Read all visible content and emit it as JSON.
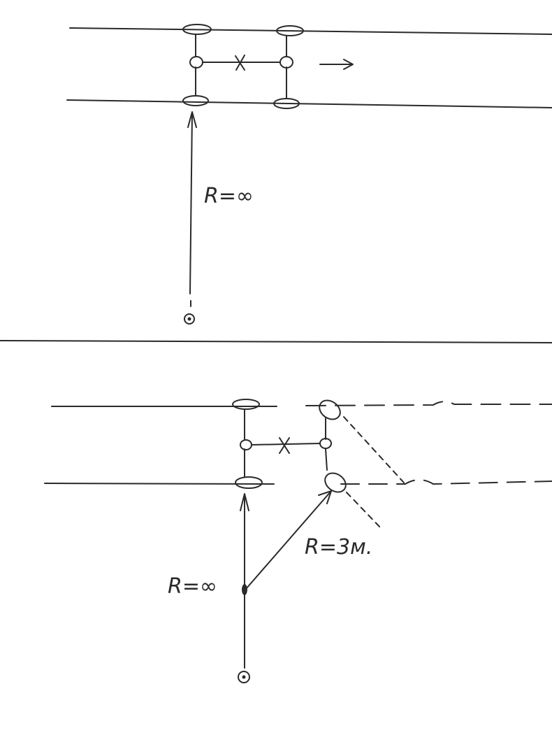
{
  "panels": [
    {
      "id": "top",
      "labels": {
        "radius": "R=∞"
      }
    },
    {
      "id": "bottom",
      "labels": {
        "radius_straight": "R=∞",
        "radius_turn": "R=3м."
      }
    }
  ],
  "colors": {
    "ink": "#2a2a2a",
    "paper": "#ffffff"
  }
}
